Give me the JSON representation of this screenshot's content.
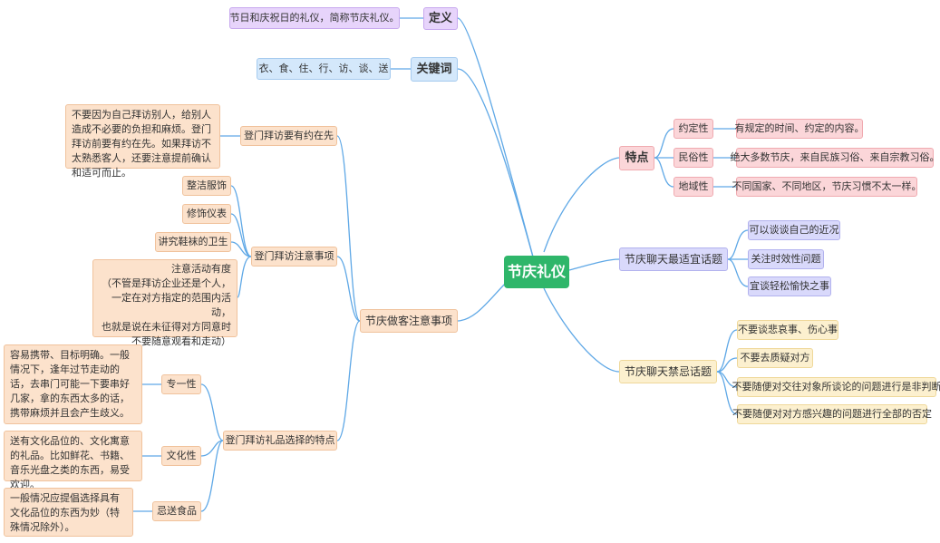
{
  "colors": {
    "root": "#2fb66a",
    "line": "#5fa8e6",
    "definition": "#e7d4fb",
    "keywords": "#d4e8fb",
    "features": "#fbd6d9",
    "chat_topics": "#d9d9fb",
    "taboo_topics": "#fcf0cf",
    "visiting": "#fce2cc"
  },
  "root": {
    "label": "节庆礼仪"
  },
  "definition": {
    "label": "定义",
    "text": "节日和庆祝日的礼仪，简称节庆礼仪。"
  },
  "keywords": {
    "label": "关键词",
    "text": "衣、食、住、行、访、谈、送"
  },
  "features": {
    "label": "特点",
    "items": [
      {
        "label": "约定性",
        "text": "有规定的时间、约定的内容。"
      },
      {
        "label": "民俗性",
        "text": "绝大多数节庆，来自民族习俗、来自宗教习俗。"
      },
      {
        "label": "地域性",
        "text": "不同国家、不同地区，节庆习惯不太一样。"
      }
    ]
  },
  "chat_topics": {
    "label": "节庆聊天最适宜话题",
    "items": [
      "可以谈谈自己的近况",
      "关注时效性问题",
      "宜谈轻松愉快之事"
    ]
  },
  "taboo_topics": {
    "label": "节庆聊天禁忌话题",
    "items": [
      "不要谈悲哀事、伤心事",
      "不要去质疑对方",
      "不要随便对交往对象所谈论的问题进行是非判断",
      "不要随便对对方感兴趣的问题进行全部的否定"
    ]
  },
  "visiting": {
    "label": "节庆做客注意事项",
    "appointment": {
      "label": "登门拜访要有约在先",
      "text": "不要因为自己拜访别人，给别人造成不必要的负担和麻烦。登门拜访前要有约在先。如果拜访不太熟悉客人，还要注意提前确认和适可而止。"
    },
    "notes": {
      "label": "登门拜访注意事项",
      "items": [
        "整洁服饰",
        "修饰仪表",
        "讲究鞋袜的卫生"
      ],
      "activity": "注意活动有度\n（不管是拜访企业还是个人，\n一定在对方指定的范围内活动，\n也就是说在未征得对方同意时\n不要随意观看和走动）"
    },
    "gifts": {
      "label": "登门拜访礼品选择的特点",
      "items": [
        {
          "label": "专一性",
          "text": "容易携带、目标明确。一般情况下，逢年过节走动的话，去串门可能一下要串好几家，拿的东西太多的话，携带麻烦并且会产生歧义。"
        },
        {
          "label": "文化性",
          "text": "送有文化品位的、文化寓意的礼品。比如鲜花、书籍、音乐光盘之类的东西，易受欢迎。"
        },
        {
          "label": "忌送食品",
          "text": "一般情况应提倡选择具有文化品位的东西为妙（特殊情况除外）。"
        }
      ]
    }
  }
}
